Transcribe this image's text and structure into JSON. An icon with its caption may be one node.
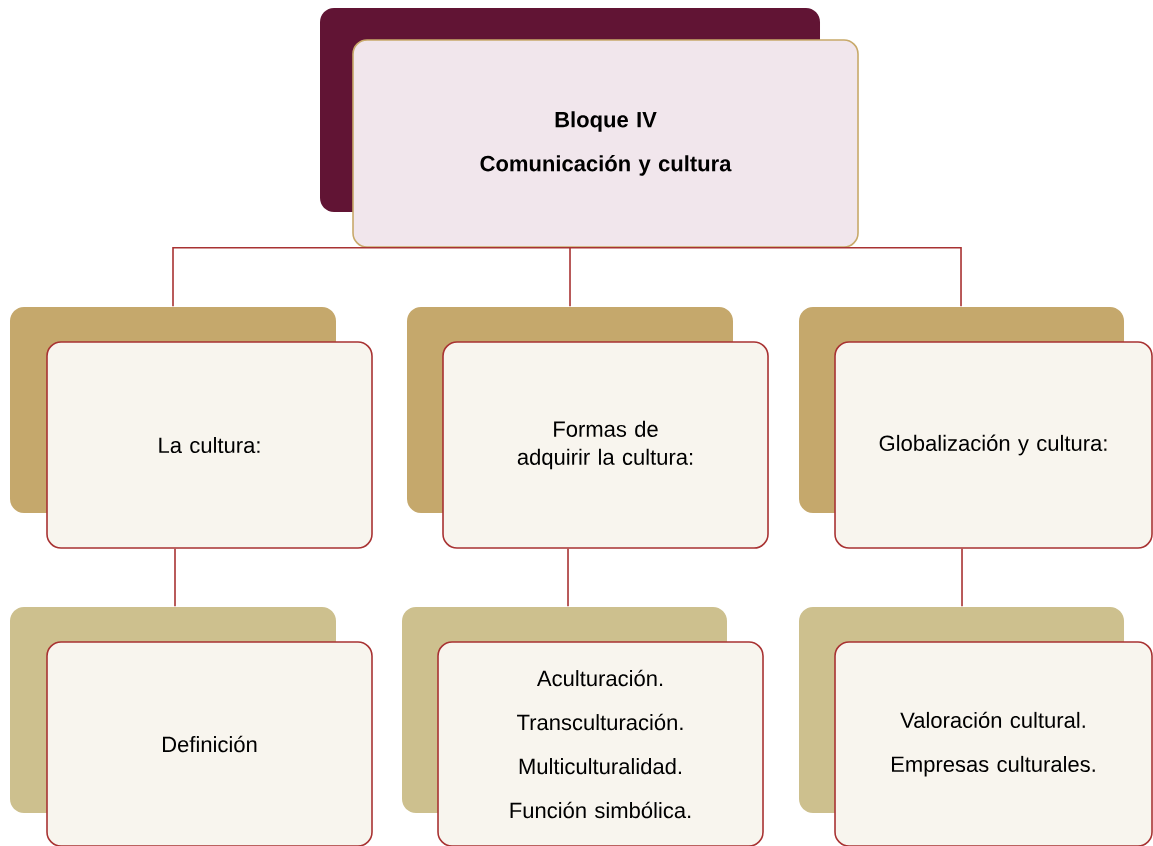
{
  "diagram": {
    "nodes": [
      {
        "text": [
          "Bloque IV",
          "Comunicación y cultura"
        ]
      },
      {
        "text": [
          "La cultura:"
        ]
      },
      {
        "text": [
          "Formas de adquirir la cultura:"
        ]
      },
      {
        "text": [
          "Globalización y cultura:"
        ]
      },
      {
        "text": [
          "Definición"
        ]
      },
      {
        "text": [
          "Aculturación.",
          "Transculturación.",
          "Multiculturalidad.",
          "Función simbólica."
        ]
      },
      {
        "text": [
          "Valoración cultural.",
          "Empresas culturales."
        ]
      }
    ],
    "edges": [
      {
        "from": 0,
        "to": 1,
        "arrow": "none"
      },
      {
        "from": 0,
        "to": 2,
        "arrow": "none"
      },
      {
        "from": 0,
        "to": 3,
        "arrow": "none"
      },
      {
        "from": 1,
        "to": 4,
        "arrow": "none"
      },
      {
        "from": 2,
        "to": 5,
        "arrow": "none"
      },
      {
        "from": 3,
        "to": 6,
        "arrow": "none"
      }
    ]
  }
}
